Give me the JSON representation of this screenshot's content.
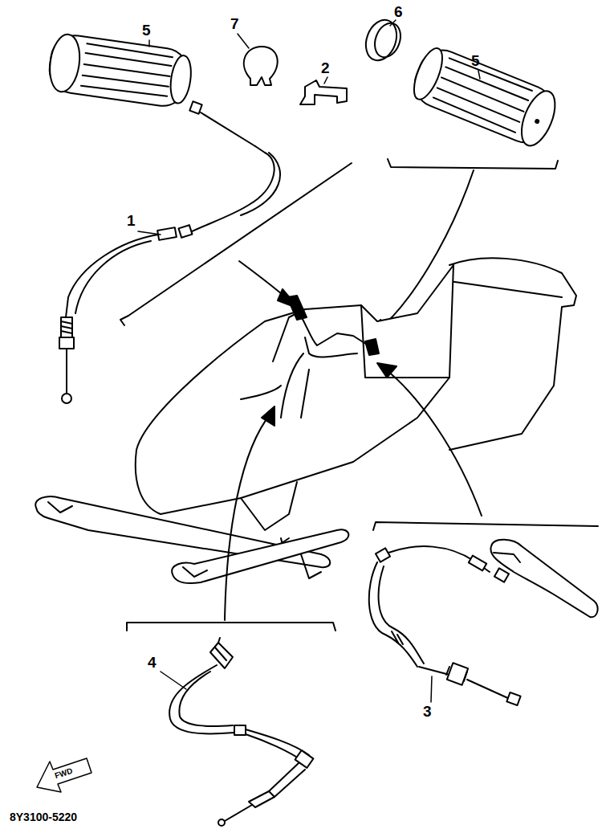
{
  "diagram": {
    "labels": [
      "5",
      "7",
      "2",
      "6",
      "5",
      "1",
      "4",
      "3",
      "FWD",
      "8Y3100-5220"
    ]
  }
}
